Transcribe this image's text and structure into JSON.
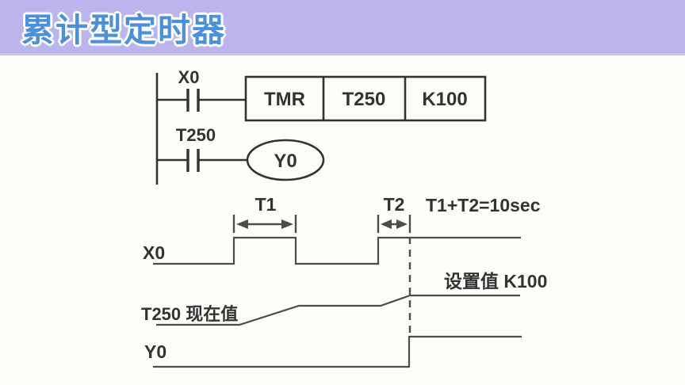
{
  "colors": {
    "header-bg": "#bcb4ec",
    "header-edge": "#c9c5da",
    "title-blue": "#4b90d9",
    "line-dark": "#333333",
    "line-mid": "#4c4c4c",
    "page-bg": "#fdfdfa"
  },
  "header": {
    "title": "累计型定时器"
  },
  "ladder": {
    "x0_contact_label": "X0",
    "t250_contact_label": "T250",
    "tmr_cell": "TMR",
    "t250_cell": "T250",
    "k100_cell": "K100",
    "coil_label": "Y0"
  },
  "timing": {
    "x0_label": "X0",
    "t1_label": "T1",
    "t2_label": "T2",
    "sum_annotation": "T1+T2=10sec",
    "setpoint_annotation": "设置值 K100",
    "t250_current_value_label": "T250 现在值",
    "y0_label": "Y0"
  }
}
